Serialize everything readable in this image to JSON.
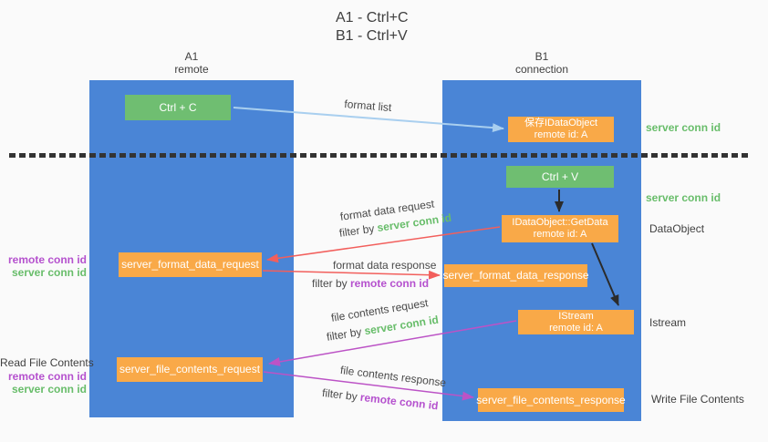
{
  "title": {
    "line1": "A1 - Ctrl+C",
    "line2": "B1 - Ctrl+V"
  },
  "lifelines": {
    "left": {
      "name": "A1",
      "role": "remote"
    },
    "right": {
      "name": "B1",
      "role": "connection"
    }
  },
  "boxes": {
    "ctrl_c": {
      "label": "Ctrl + C"
    },
    "ctrl_v": {
      "label": "Ctrl + V"
    },
    "save_idataobject": {
      "line1": "保存IDataObject",
      "line2": "remote id: A"
    },
    "getdata": {
      "line1": "IDataObject::GetData",
      "line2": "remote id: A"
    },
    "istream": {
      "line1": "IStream",
      "line2": "remote id: A"
    },
    "format_request": {
      "label": "server_format_data_request"
    },
    "format_response": {
      "label": "server_format_data_response"
    },
    "file_request": {
      "label": "server_file_contents_request"
    },
    "file_response": {
      "label": "server_file_contents_response"
    }
  },
  "right_labels": {
    "server_conn_id_1": "server conn id",
    "server_conn_id_2": "server conn id",
    "dataobject": "DataObject",
    "istream": "Istream",
    "write_file_contents": "Write File Contents"
  },
  "left_labels": {
    "remote_conn_id_1": "remote conn id",
    "server_conn_id_1": "server conn id",
    "read_file_contents": "Read File Contents",
    "remote_conn_id_2": "remote conn id",
    "server_conn_id_2": "server conn id"
  },
  "flow_labels": {
    "format_list": "format list",
    "format_data_request": "format data request",
    "format_data_response": "format data response",
    "file_contents_request": "file contents request",
    "file_contents_response": "file contents response",
    "filter_by": "filter by",
    "server_conn_id": "server conn id",
    "remote_conn_id": "remote conn id"
  },
  "colors": {
    "background": "#fafafa",
    "lifeline_blue": "#4a85d6",
    "box_green": "#6fbe71",
    "box_orange": "#f9a948",
    "arrow_lightblue": "#a9cfef",
    "arrow_red": "#f25f5c",
    "arrow_purple": "#bc53c6",
    "arrow_black": "#2b2b2b",
    "dash_color": "#333333",
    "text_dark": "#3f3f3f",
    "text_green": "#68bd6a",
    "text_purple": "#b551ce"
  }
}
